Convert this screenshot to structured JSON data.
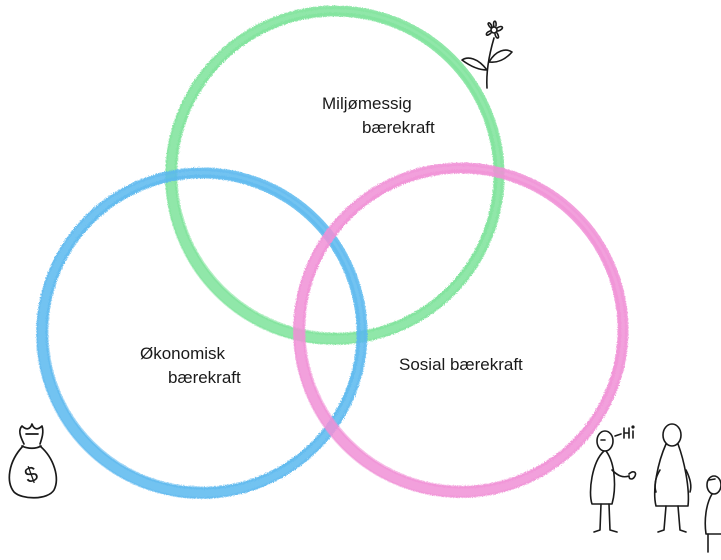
{
  "circles": [
    {
      "id": "environmental",
      "line1": "Miljømessig",
      "line2": "bærekraft",
      "color": "#7de39a"
    },
    {
      "id": "economic",
      "line1": "Økonomisk",
      "line2": "bærekraft",
      "color": "#5bb8ef"
    },
    {
      "id": "social",
      "line1": "Sosial bærekraft",
      "color": "#f08fd6"
    }
  ],
  "icons": [
    "flower-icon",
    "money-bag-icon",
    "people-icon"
  ],
  "money_bag_symbol": "$",
  "speech_text": "Hi"
}
